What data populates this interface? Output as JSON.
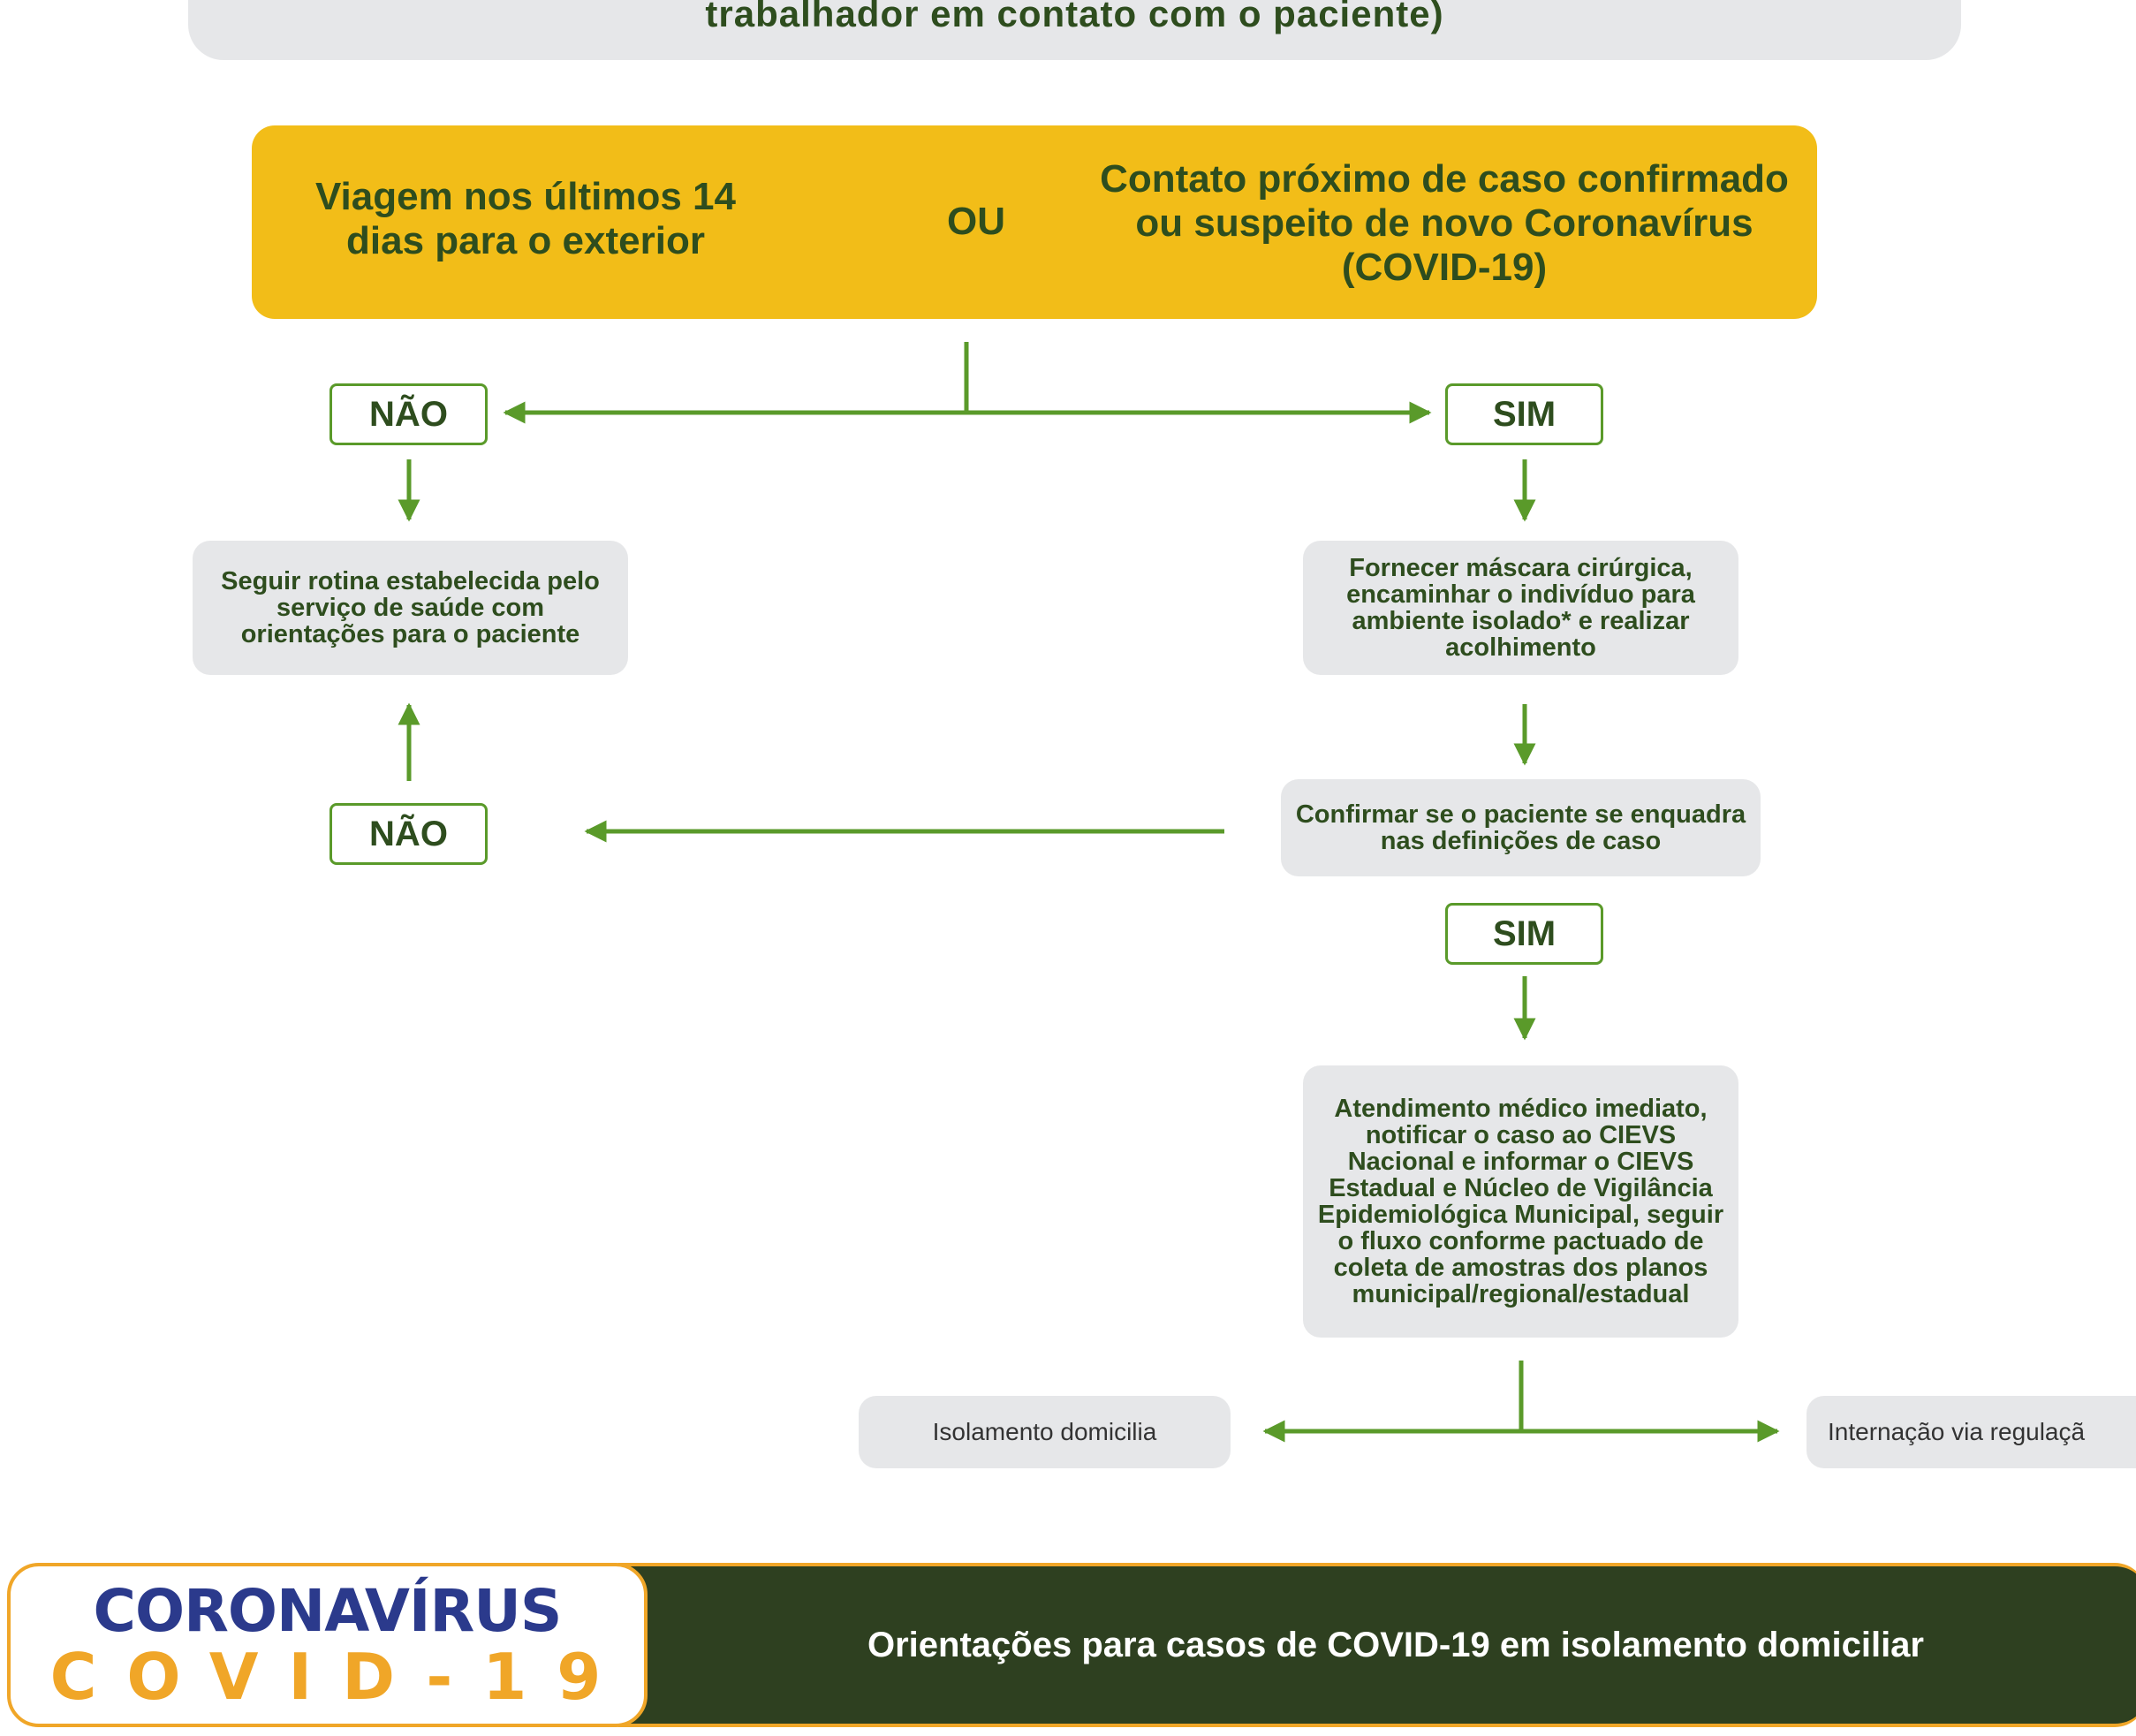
{
  "header": {
    "banner_text": "trabalhador em contato com o paciente)"
  },
  "criteria": {
    "left": "Viagem nos últimos 14 dias para o exterior",
    "connector": "OU",
    "right": "Contato próximo de caso confirmado ou suspeito de novo Coronavírus (COVID-19)"
  },
  "answers": {
    "no_top": "NÃO",
    "yes_top": "SIM",
    "no_bottom": "NÃO",
    "yes_bottom": "SIM"
  },
  "steps": {
    "routine": "Seguir rotina estabelecida pelo serviço de saúde com orientações para o paciente",
    "mask": "Fornecer máscara cirúrgica, encaminhar o indivíduo para ambiente isolado* e realizar acolhimento",
    "confirm": "Confirmar se o paciente se enquadra nas definições de caso",
    "medical": "Atendimento médico imediato, notificar o caso ao CIEVS Nacional e informar o CIEVS Estadual e Núcleo de Vigilância Epidemiológica Municipal, seguir o fluxo conforme pactuado de coleta de amostras dos planos municipal/regional/estadual",
    "home_isolation": "Isolamento domicilia",
    "hospitalization": "Internação via regulaçã"
  },
  "footer": {
    "logo_top": "CORONAVÍRUS",
    "logo_bottom": "COVID-19",
    "title": "Orientações para casos de COVID-19 em isolamento domiciliar"
  },
  "colors": {
    "accent_yellow": "#f2bd18",
    "line_green": "#5a9a2a",
    "text_green": "#2e4d1e",
    "step_gray": "#e6e7e9",
    "footer_dark": "#2e4020",
    "logo_blue": "#2b3a8c",
    "logo_orange": "#f0a628"
  }
}
